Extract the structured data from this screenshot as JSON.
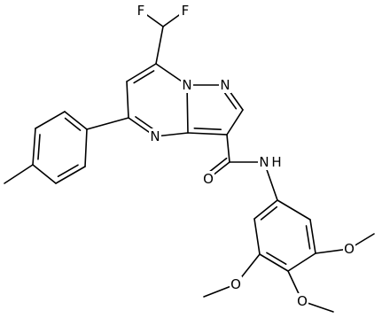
{
  "labels": {
    "f_left": "F",
    "f_right": "F",
    "n1": "N",
    "n2": "N",
    "n4": "N",
    "o_amide": "O",
    "nh": "N",
    "h": "H",
    "o_meta": "O",
    "o_para": "O",
    "o_left": "O"
  },
  "colors": {
    "ink": "#000000",
    "background": "#ffffff"
  }
}
